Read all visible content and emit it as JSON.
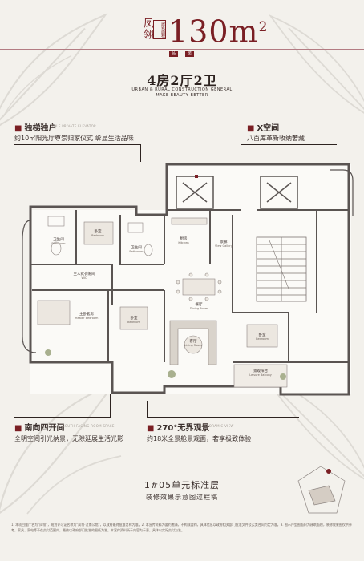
{
  "header": {
    "name": "凤翎",
    "area_chip": "建筑面积",
    "area_value": "130",
    "area_unit": "m",
    "area_sup": "2",
    "tag_left": "品",
    "tag_right": "鉴"
  },
  "title": "4房2厅2卫",
  "slogan_line1": "URBAN & RURAL CONSTRUCTION GENERAL",
  "slogan_line2": "MAKE BEAUTY BETTER",
  "features": [
    {
      "title": "独梯独户",
      "en": "SOLE PRIVATE ELEVATOR",
      "desc": "约10㎡阳光厅尊崇归家仪式 彰显生活品味"
    },
    {
      "title": "X空间",
      "en": "",
      "desc": "八百库革新收纳奢藏"
    },
    {
      "title": "南向四开间",
      "en": "SOUTH FACING ROOM SPACE",
      "desc": "全明空间引光纳景，无隙延展生活光影"
    },
    {
      "title": "270°无界观景",
      "en": "PANORAMIC VIEW",
      "desc": "约18米全景舱景观面，奢享极致体验"
    }
  ],
  "rooms": {
    "bedroom_tl": {
      "cn": "卧室",
      "en": "Bedroom"
    },
    "bathroom_l": {
      "cn": "卫生间",
      "en": "Bathroom"
    },
    "bathroom_m": {
      "cn": "卫生间",
      "en": "Bathroom"
    },
    "kitchen": {
      "cn": "厨房",
      "en": "Kitchen"
    },
    "view_gallery": {
      "cn": "景廊",
      "en": "View Gallery"
    },
    "walkin": {
      "cn": "主人式衣帽间",
      "en": "WIC"
    },
    "master_bedroom": {
      "cn": "主卧套房",
      "en": "Master Bedroom"
    },
    "bedroom_m": {
      "cn": "卧室",
      "en": "Bedroom"
    },
    "dining_room": {
      "cn": "餐厅",
      "en": "Dining Room"
    },
    "living_room": {
      "cn": "客厅",
      "en": "Living Room"
    },
    "bedroom_r": {
      "cn": "卧室",
      "en": "Bedroom"
    },
    "leisure_balcony": {
      "cn": "景观阳台",
      "en": "Leisure Balcony"
    }
  },
  "unit_title": "1#05单元标准层",
  "unit_subtitle": "装修效果示意图过程稿",
  "disclaimer": "1. 本项目推广名为“凤翎”，规划许可证名称为“凤翎·江南公馆”，以政府最终批准名称为准。2. 本宣传资料为要约邀请，不构成要约，具体信息以政府相关部门批准文件及买卖合同约定为准。3. 图示户型图面积为建筑面积，装修效果图仅供参考，家具、家电等不在交付范围内，最终以政府部门批准的图纸为准。本宣传资料所示内容为示意，具体以实际交付为准。",
  "colors": {
    "accent": "#7a1f24",
    "bg": "#f3f1ec",
    "text": "#3a2f2c",
    "wall": "#5a5452"
  },
  "icons": [
    "leaf-watermark-icon",
    "elevator-icon",
    "stairs-icon",
    "compass-icon"
  ]
}
